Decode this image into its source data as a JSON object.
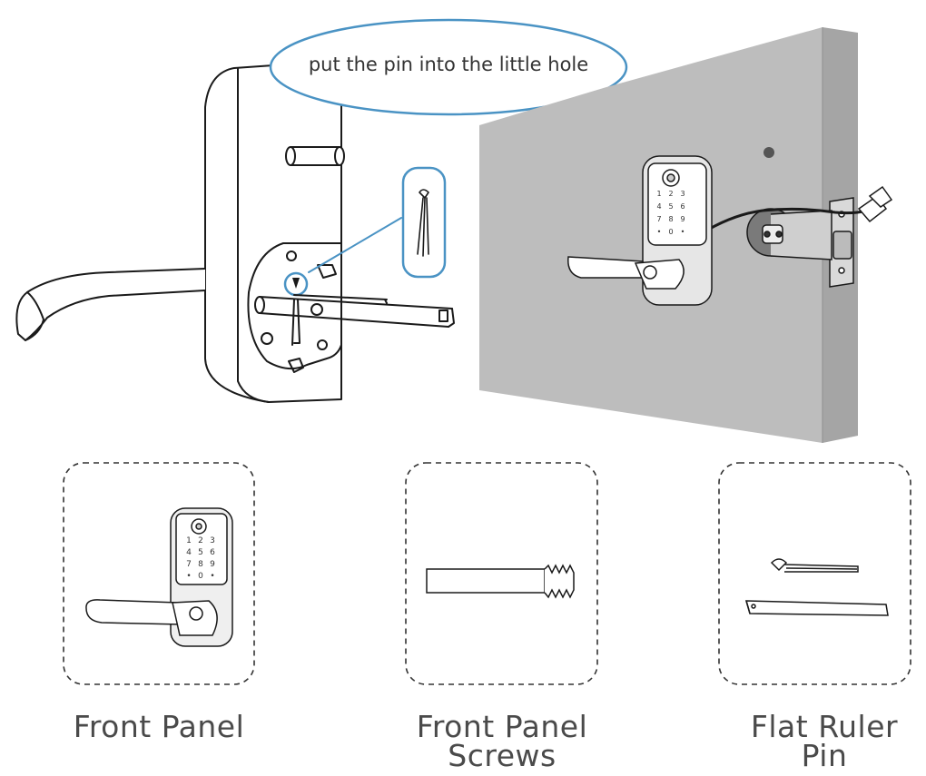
{
  "callout": {
    "text": "put the pin into the little hole"
  },
  "keypad_keys": [
    "1",
    "2",
    "3",
    "4",
    "5",
    "6",
    "7",
    "8",
    "9",
    "•",
    "0",
    "•"
  ],
  "parts": [
    {
      "id": "front-panel",
      "label_lines": [
        "Front Panel"
      ]
    },
    {
      "id": "front-panel-screws",
      "label_lines": [
        "Front Panel",
        "Screws"
      ]
    },
    {
      "id": "flat-ruler-pin",
      "label_lines": [
        "Flat Ruler",
        "Pin"
      ]
    }
  ],
  "colors": {
    "line": "#1a1a1a",
    "callout_stroke": "#4a93c4",
    "door_face": "#bdbdbd",
    "door_edge": "#9e9e9e",
    "door_side": "#cfcfcf",
    "panel_dashed": "#333333"
  }
}
